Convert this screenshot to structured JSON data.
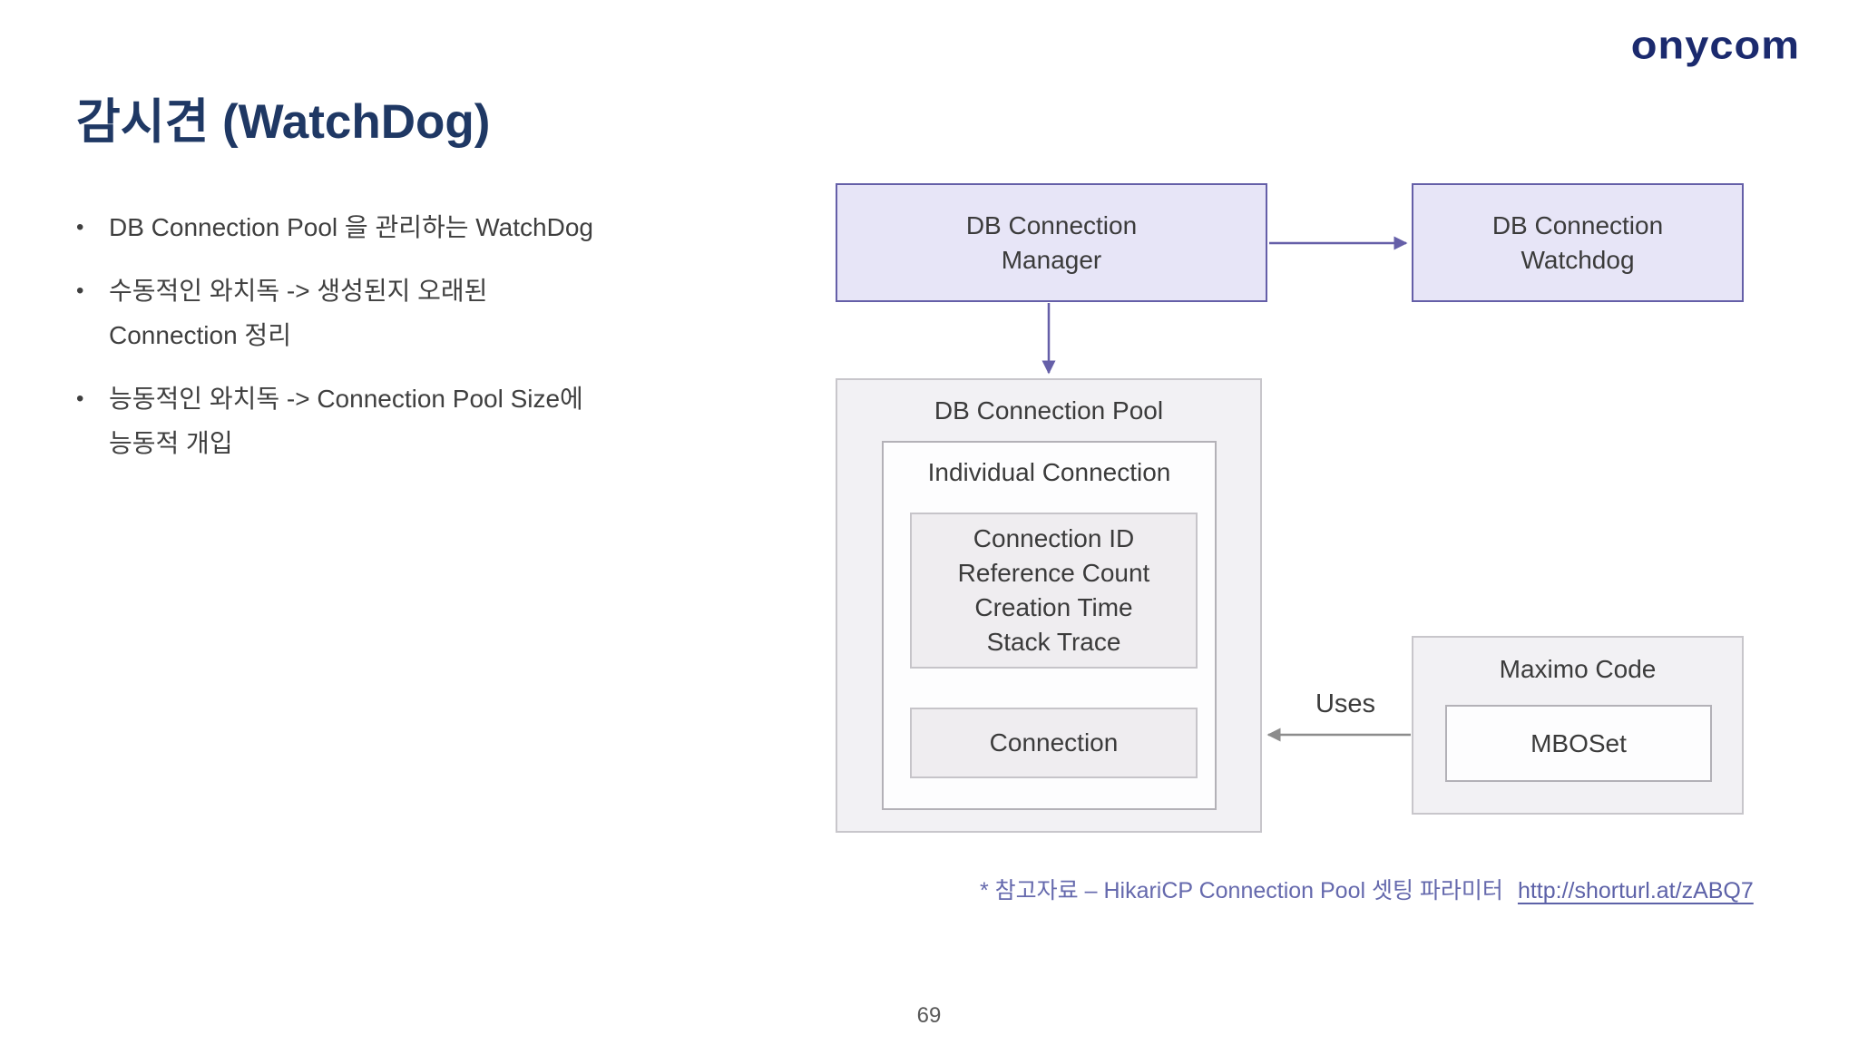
{
  "logo": {
    "text": "onycom",
    "color": "#1b2a6e"
  },
  "title": {
    "text": "감시견 (WatchDog)",
    "color": "#1f3864"
  },
  "bullets": {
    "marker": "•",
    "items": [
      {
        "text": "DB Connection Pool 을 관리하는 WatchDog"
      },
      {
        "text": "수동적인 와치독 -> 생성된지 오래된\nConnection 정리"
      },
      {
        "text": "능동적인 와치독 -> Connection Pool Size에\n능동적 개입"
      }
    ]
  },
  "diagram": {
    "manager": {
      "label": "DB Connection\nManager"
    },
    "watchdog": {
      "label": "DB Connection\nWatchdog"
    },
    "pool": {
      "label": "DB Connection Pool"
    },
    "individual": {
      "label": "Individual Connection"
    },
    "connection_details": {
      "label": "Connection ID\nReference Count\nCreation Time\nStack Trace"
    },
    "connection": {
      "label": "Connection"
    },
    "maximo": {
      "label": "Maximo Code"
    },
    "mboset": {
      "label": "MBOSet"
    },
    "uses": {
      "label": "Uses"
    },
    "colors": {
      "lavender_fill": "#e7e5f7",
      "purple_border": "#655fa8",
      "gray_fill": "#f2f1f4",
      "gray_border": "#c8c6cb",
      "inner_fill": "#efedf0",
      "inner_border": "#c6c4c9",
      "white_box_border": "#b3b1b7",
      "arrow_gray": "#8c8c8c",
      "label_text": "#3b3b3b"
    }
  },
  "footnote": {
    "text": "* 참고자료 – HikariCP Connection Pool 셋팅 파라미터",
    "link": "http://shorturl.at/zABQ7"
  },
  "page": {
    "number": "69"
  }
}
